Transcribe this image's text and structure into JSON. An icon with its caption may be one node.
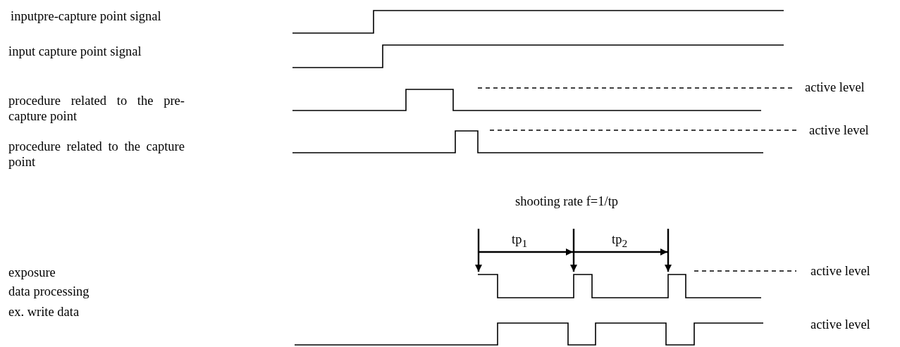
{
  "diagram": {
    "labels": [
      "inputpre-capture point signal",
      "input capture point signal",
      "procedure related to the pre-capture point",
      "active level",
      "procedure related to the capture point",
      "active level",
      "shooting rate f=1/tp",
      "tp$_{1}$",
      "tp$_{2}$",
      "exposure",
      "active level",
      "data processing",
      "ex. write data",
      "active level"
    ]
  }
}
